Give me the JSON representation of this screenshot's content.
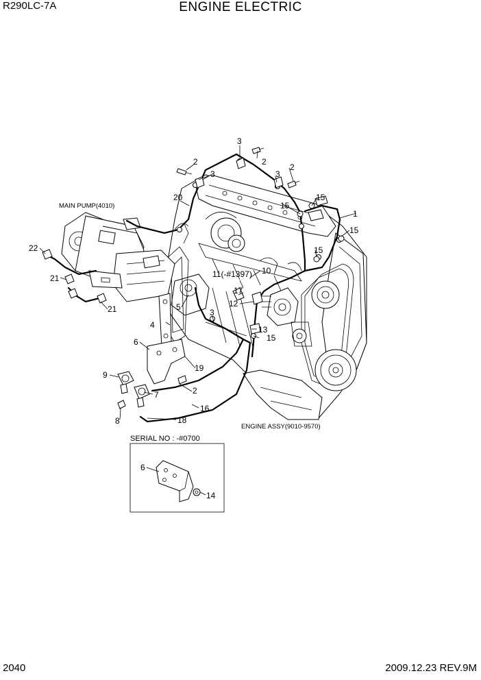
{
  "header": {
    "model": "R290LC-7A",
    "title": "ENGINE ELECTRIC"
  },
  "footer": {
    "page": "2040",
    "revision": "2009.12.23  REV.9M"
  },
  "labels": {
    "main_pump": "MAIN PUMP(4010)",
    "engine_assy": "ENGINE ASSY(9010-9570)",
    "serial": "SERIAL NO : -#0700"
  },
  "callouts": {
    "c1": "1",
    "c2a": "2",
    "c2b": "2",
    "c2c": "2",
    "c2d": "2",
    "c3a": "3",
    "c3b": "3",
    "c3c": "3",
    "c3d": "3",
    "c4": "4",
    "c5": "5",
    "c6a": "6",
    "c6b": "6",
    "c7": "7",
    "c8": "8",
    "c9": "9",
    "c10": "10",
    "c11": "11(-#1397)",
    "c12": "12",
    "c13": "13",
    "c14": "14",
    "c15a": "15",
    "c15b": "15",
    "c15c": "15",
    "c15d": "15",
    "c15e": "15",
    "c16": "16",
    "c17": "17",
    "c18": "18",
    "c19": "19",
    "c20": "20",
    "c21a": "21",
    "c21b": "21",
    "c22": "22"
  }
}
